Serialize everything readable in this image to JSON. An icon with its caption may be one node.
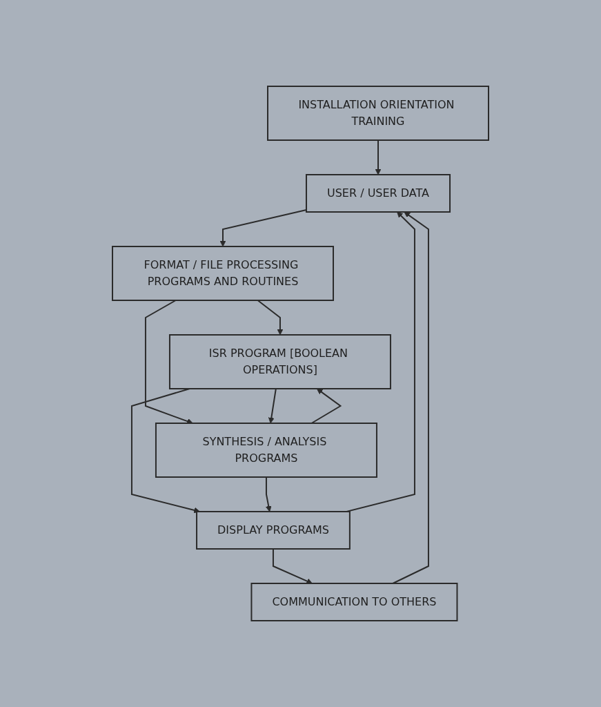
{
  "diagram": {
    "nodes": [
      {
        "text": [
          "INSTALLATION ORIENTATION TRAINING"
        ]
      },
      {
        "text": [
          "USER / USER DATA"
        ]
      },
      {
        "text": [
          "FORMAT / FILE PROCESSING PROGRAMS AND ROUTINES"
        ]
      },
      {
        "text": [
          "ISR PROGRAM [BOOLEAN OPERATIONS]"
        ]
      },
      {
        "text": [
          "SYNTHESIS / ANALYSIS PROGRAMS"
        ]
      },
      {
        "text": [
          "DISPLAY PROGRAMS"
        ]
      },
      {
        "text": [
          "COMMUNICATION TO OTHERS"
        ]
      }
    ],
    "edges": [
      {
        "from": 0,
        "to": 1,
        "arrow": "to"
      },
      {
        "from": 1,
        "to": 2,
        "arrow": "to"
      },
      {
        "from": 2,
        "to": 3,
        "arrow": "to"
      },
      {
        "from": 2,
        "to": 4,
        "arrow": "to"
      },
      {
        "from": 4,
        "to": 3,
        "arrow": "to"
      },
      {
        "from": 3,
        "to": 4,
        "arrow": "to"
      },
      {
        "from": 3,
        "to": 5,
        "arrow": "to"
      },
      {
        "from": 4,
        "to": 5,
        "arrow": "to"
      },
      {
        "from": 5,
        "to": 1,
        "arrow": "to"
      },
      {
        "from": 6,
        "to": 1,
        "arrow": "to"
      },
      {
        "from": 5,
        "to": 6,
        "arrow": "to"
      }
    ]
  }
}
